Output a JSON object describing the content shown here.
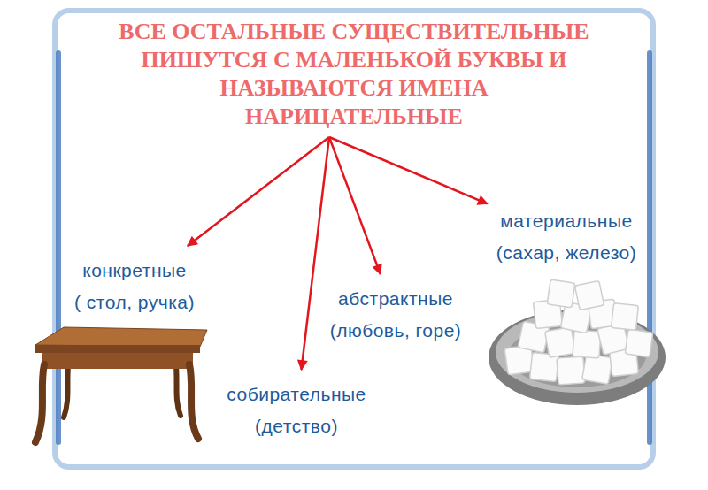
{
  "diagram": {
    "nodes": [
      {
        "text": [
          "ВСЕ ОСТАЛЬНЫЕ СУЩЕСТВИТЕЛЬНЫЕ ПИШУТСЯ С МАЛЕНЬКОЙ БУКВЫ И НАЗЫВАЮТСЯ ИМЕНА НАРИЦАТЕЛЬНЫЕ"
        ]
      },
      {
        "text": [
          "конкретные",
          "( стол, ручка)"
        ]
      },
      {
        "text": [
          "собирательные",
          "(детство)"
        ]
      },
      {
        "text": [
          "абстрактные",
          "(любовь, горе)"
        ]
      },
      {
        "text": [
          "материальные",
          "(сахар, железо)"
        ]
      }
    ],
    "edges": [
      {
        "from": 0,
        "to": 1,
        "arrow": "to"
      },
      {
        "from": 0,
        "to": 2,
        "arrow": "to"
      },
      {
        "from": 0,
        "to": 3,
        "arrow": "to"
      },
      {
        "from": 0,
        "to": 4,
        "arrow": "to"
      }
    ]
  }
}
